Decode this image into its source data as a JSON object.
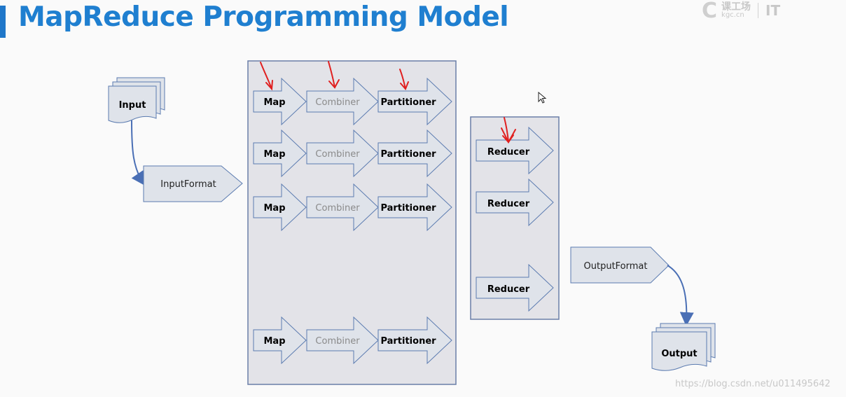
{
  "title": "MapReduce Programming Model",
  "logo": {
    "mark": "C",
    "cn": "课工场",
    "en": "kgc.cn",
    "it_mark": "IT"
  },
  "watermark": "https://blog.csdn.net/u011495642",
  "input": {
    "label": "Input"
  },
  "input_format": {
    "label": "InputFormat"
  },
  "map_rows": [
    {
      "map": "Map",
      "combiner": "Combiner",
      "partitioner": "Partitioner"
    },
    {
      "map": "Map",
      "combiner": "Combiner",
      "partitioner": "Partitioner"
    },
    {
      "map": "Map",
      "combiner": "Combiner",
      "partitioner": "Partitioner"
    },
    {
      "map": "Map",
      "combiner": "Combiner",
      "partitioner": "Partitioner"
    }
  ],
  "reducers": [
    {
      "label": "Reducer"
    },
    {
      "label": "Reducer"
    },
    {
      "label": "Reducer"
    }
  ],
  "output_format": {
    "label": "OutputFormat"
  },
  "output": {
    "label": "Output"
  },
  "colors": {
    "title": "#1f7fd0",
    "shape_fill": "#dfe3ea",
    "shape_stroke": "#5b7bb0",
    "container_fill": "#e3e3e8",
    "connector": "#4a6fb5",
    "annotation": "#e02020"
  }
}
